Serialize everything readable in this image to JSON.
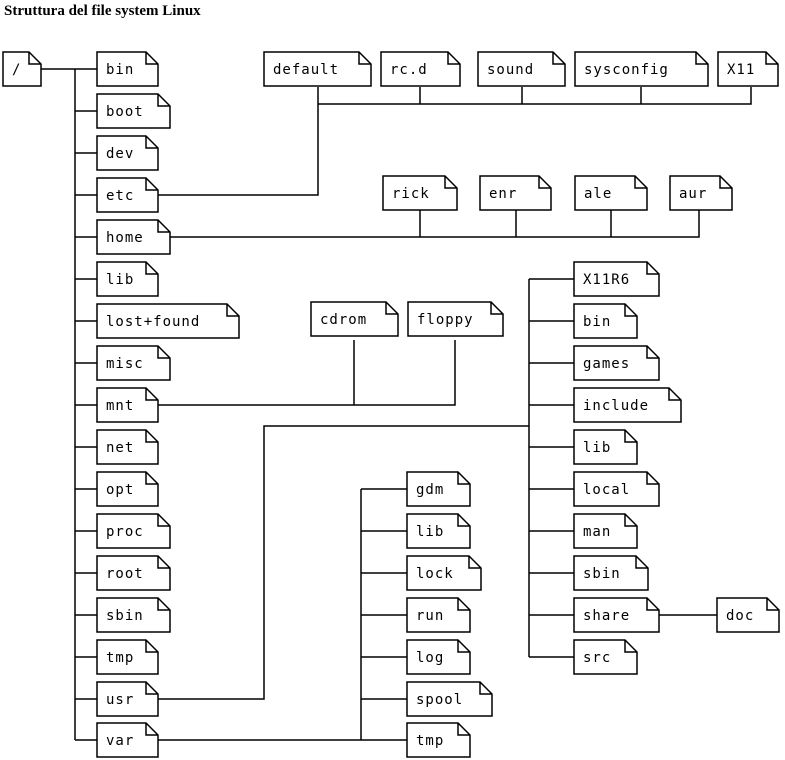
{
  "title": "Struttura del file system Linux",
  "nodes": {
    "root": "/",
    "bin": "bin",
    "boot": "boot",
    "dev": "dev",
    "etc": "etc",
    "home": "home",
    "lib": "lib",
    "lost_found": "lost+found",
    "misc": "misc",
    "mnt": "mnt",
    "net": "net",
    "opt": "opt",
    "proc": "proc",
    "root_dir": "root",
    "sbin": "sbin",
    "tmp": "tmp",
    "usr": "usr",
    "var": "var",
    "etc_default": "default",
    "etc_rcd": "rc.d",
    "etc_sound": "sound",
    "etc_sysconfig": "sysconfig",
    "etc_x11": "X11",
    "home_rick": "rick",
    "home_enr": "enr",
    "home_ale": "ale",
    "home_aur": "aur",
    "mnt_cdrom": "cdrom",
    "mnt_floppy": "floppy",
    "usr_x11r6": "X11R6",
    "usr_bin": "bin",
    "usr_games": "games",
    "usr_include": "include",
    "usr_lib": "lib",
    "usr_local": "local",
    "usr_man": "man",
    "usr_sbin": "sbin",
    "usr_share": "share",
    "usr_src": "src",
    "usr_share_doc": "doc",
    "var_gdm": "gdm",
    "var_lib": "lib",
    "var_lock": "lock",
    "var_run": "run",
    "var_log": "log",
    "var_spool": "spool",
    "var_tmp": "tmp"
  }
}
